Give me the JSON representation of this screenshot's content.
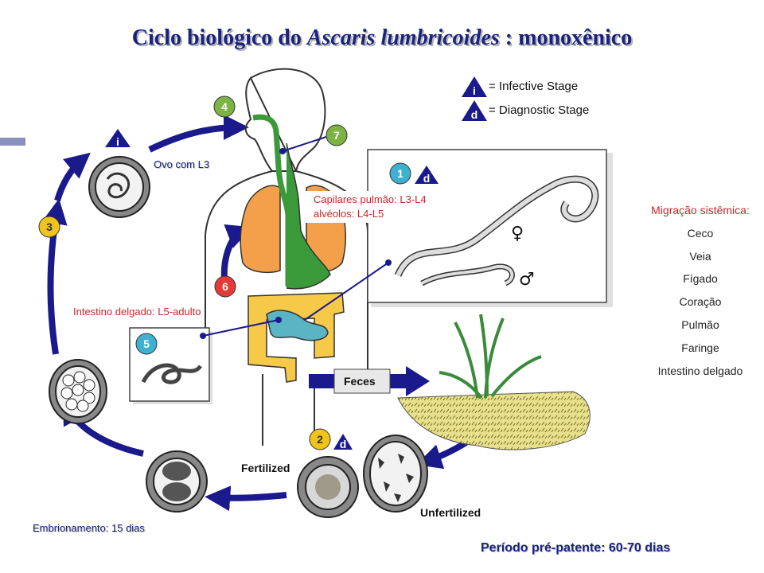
{
  "title": {
    "prefix": "Ciclo biológico do ",
    "species": "Ascaris lumbricoides",
    "suffix": " : monoxênico"
  },
  "legend": {
    "infective_symbol": "i",
    "infective": "= Infective Stage",
    "diagnostic_symbol": "d",
    "diagnostic": "= Diagnostic Stage"
  },
  "steps": [
    "1",
    "2",
    "3",
    "4",
    "5",
    "6",
    "7"
  ],
  "stage_markers": {
    "d": "d",
    "i": "i"
  },
  "sex": {
    "female": "♀",
    "male": "♂"
  },
  "annotations": {
    "ovo_l3": "Ovo com L3",
    "capilares": "Capilares pulmão: L3-L4",
    "alveolos": "alvéolos: L4-L5",
    "intestino": "Intestino delgado: L5-adulto",
    "embrionamento": "Embrionamento: 15 dias"
  },
  "figure_labels": {
    "feces": "Feces",
    "fertilized": "Fertilized",
    "unfertilized": "Unfertilized"
  },
  "migration": {
    "header": "Migração sistêmica:",
    "items": [
      "Ceco",
      "Veia",
      "Fígado",
      "Coração",
      "Pulmão",
      "Faringe",
      "Intestino delgado"
    ]
  },
  "footer": "Período pré-patente: 60-70 dias",
  "colors": {
    "title": "#1a237e",
    "arrow": "#1a1a8c",
    "annotation_red": "#c62828",
    "step_badge": "#f0c419",
    "step_badge_red": "#e53935",
    "step_badge_green": "#7cb342",
    "lung": "#f4a04a",
    "intestine": "#f7c948",
    "trachea": "#3a9a3a"
  }
}
